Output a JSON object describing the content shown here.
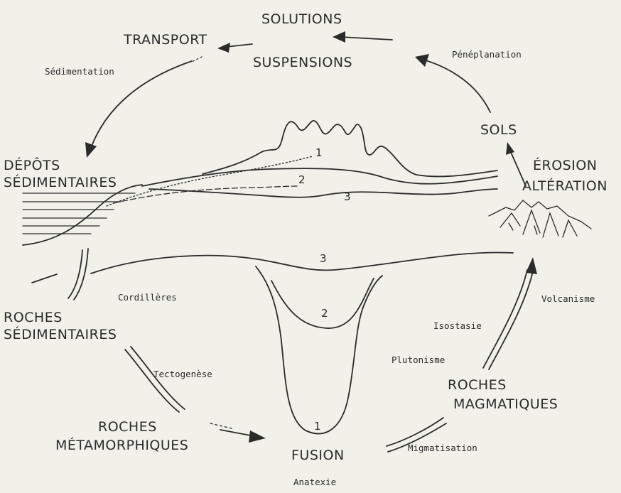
{
  "labels": {
    "solutions": "SOLUTIONS",
    "suspensions": "SUSPENSIONS",
    "transport": "TRANSPORT",
    "sedimentation": "Sédimentation",
    "peneplanation": "Pénéplanation",
    "sols": "SOLS",
    "erosion": "ÉROSION",
    "alteration": "ALTÉRATION",
    "depots": "DÉPÔTS",
    "sedimentaires": "SÉDIMENTAIRES",
    "roches_sed_1": "ROCHES",
    "roches_sed_2": "SÉDIMENTAIRES",
    "cordilleres": "Cordillères",
    "tectogenese": "Tectogenèse",
    "roches_meta_1": "ROCHES",
    "roches_meta_2": "MÉTAMORPHIQUES",
    "fusion": "FUSION",
    "anatexie": "Anatexie",
    "migmatisation": "Migmatisation",
    "roches_mag_1": "ROCHES",
    "roches_mag_2": "MAGMATIQUES",
    "plutonisme": "Plutonisme",
    "isostasie": "Isostasie",
    "volcanisme": "Volcanisme"
  },
  "stage_numbers": {
    "surface_1": "1",
    "surface_2": "2",
    "surface_3": "3",
    "root_3": "3",
    "root_2": "2",
    "root_1": "1"
  }
}
